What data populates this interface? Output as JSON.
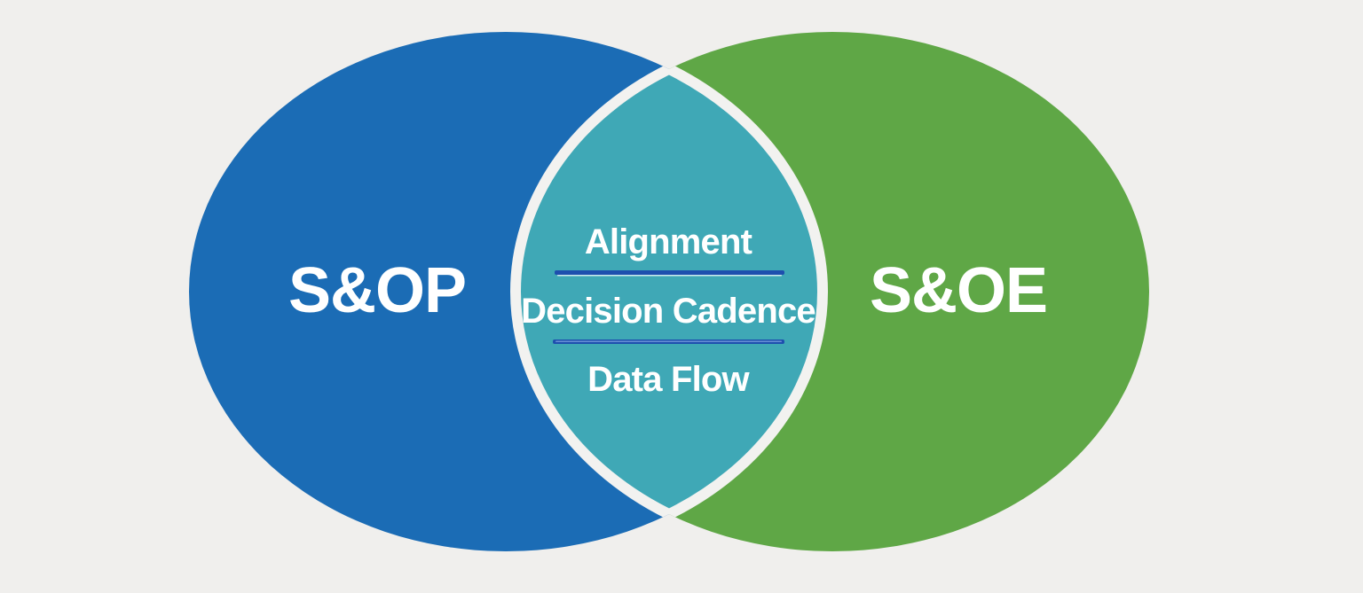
{
  "diagram": {
    "type": "venn",
    "background_color": "#f0efed",
    "text_color": "#ffffff",
    "left_circle": {
      "label": "S&OP",
      "color": "#1b6cb5"
    },
    "right_circle": {
      "label": "S&OE",
      "color": "#5fa746"
    },
    "overlap": {
      "color": "#3fa8b6",
      "outline_color": "#f2f2f0",
      "divider_color": "#1e4fae",
      "items": [
        "Alignment",
        "Decision Cadence",
        "Data Flow"
      ]
    }
  }
}
